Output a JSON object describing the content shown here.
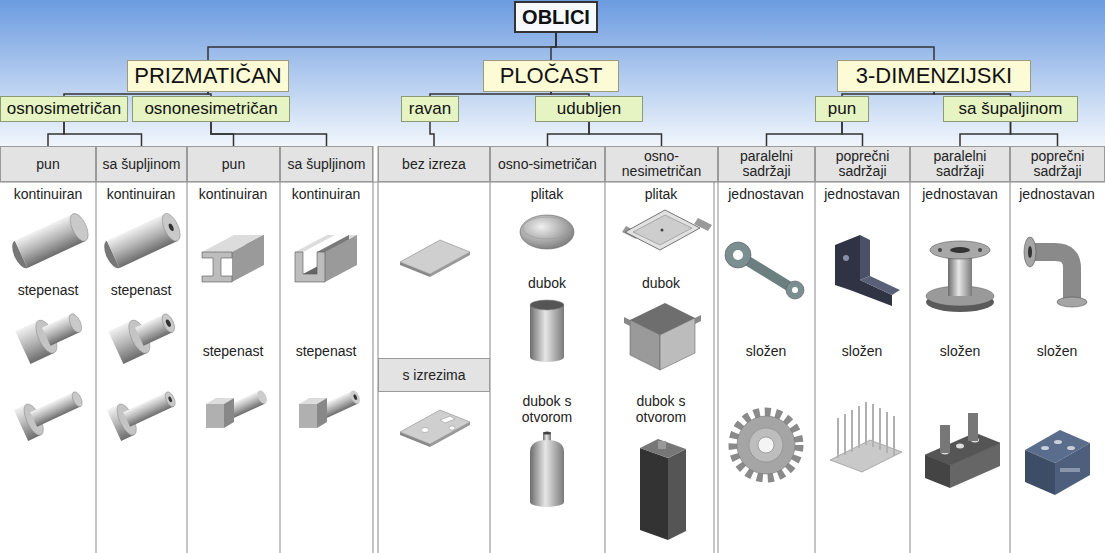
{
  "diagram": {
    "nodes": [
      {
        "text": [
          "OBLICI"
        ]
      },
      {
        "text": [
          "PRIZMATIČAN"
        ]
      },
      {
        "text": [
          "PLOČAST"
        ]
      },
      {
        "text": [
          "3-DIMENZIJSKI"
        ]
      },
      {
        "text": [
          "osnosimetričan"
        ]
      },
      {
        "text": [
          "osnonesimetričan"
        ]
      },
      {
        "text": [
          "ravan"
        ]
      },
      {
        "text": [
          "udubljen"
        ]
      },
      {
        "text": [
          "pun"
        ]
      },
      {
        "text": [
          "sa šupaljinom"
        ]
      },
      {
        "text": [
          "pun"
        ]
      },
      {
        "text": [
          "sa šupljinom"
        ]
      },
      {
        "text": [
          "pun"
        ]
      },
      {
        "text": [
          "sa šupljinom"
        ]
      },
      {
        "text": [
          "bez izreza"
        ]
      },
      {
        "text": [
          "osno-simetričan"
        ]
      },
      {
        "text": [
          "osno-nesimetričan"
        ]
      },
      {
        "text": [
          "paralelni sadržaji"
        ]
      },
      {
        "text": [
          "poprečni sadržaji"
        ]
      },
      {
        "text": [
          "paralelni sadržaji"
        ]
      },
      {
        "text": [
          "poprečni sadržaji"
        ]
      },
      {
        "text": [
          "s izrezima"
        ]
      }
    ],
    "edges": [
      {
        "from": 0,
        "to": 1,
        "arrow": "none"
      },
      {
        "from": 0,
        "to": 2,
        "arrow": "none"
      },
      {
        "from": 0,
        "to": 3,
        "arrow": "none"
      },
      {
        "from": 1,
        "to": 4,
        "arrow": "none"
      },
      {
        "from": 1,
        "to": 5,
        "arrow": "none"
      },
      {
        "from": 2,
        "to": 6,
        "arrow": "none"
      },
      {
        "from": 2,
        "to": 7,
        "arrow": "none"
      },
      {
        "from": 3,
        "to": 8,
        "arrow": "none"
      },
      {
        "from": 3,
        "to": 9,
        "arrow": "none"
      },
      {
        "from": 4,
        "to": 10,
        "arrow": "none"
      },
      {
        "from": 4,
        "to": 11,
        "arrow": "none"
      },
      {
        "from": 5,
        "to": 12,
        "arrow": "none"
      },
      {
        "from": 5,
        "to": 13,
        "arrow": "none"
      },
      {
        "from": 6,
        "to": 14,
        "arrow": "none"
      },
      {
        "from": 7,
        "to": 15,
        "arrow": "none"
      },
      {
        "from": 7,
        "to": 16,
        "arrow": "none"
      },
      {
        "from": 8,
        "to": 17,
        "arrow": "none"
      },
      {
        "from": 8,
        "to": 18,
        "arrow": "none"
      },
      {
        "from": 9,
        "to": 19,
        "arrow": "none"
      },
      {
        "from": 9,
        "to": 20,
        "arrow": "none"
      }
    ],
    "labels": [
      "kontinuiran",
      "kontinuiran",
      "kontinuiran",
      "kontinuiran",
      "plitak",
      "plitak",
      "jednostavan",
      "jednostavan",
      "jednostavan",
      "jednostavan",
      "dubok",
      "dubok",
      "stepenast",
      "stepenast",
      "stepenast",
      "stepenast",
      "složen",
      "složen",
      "složen",
      "složen",
      "dubok s otvorom",
      "dubok s otvorom"
    ]
  }
}
